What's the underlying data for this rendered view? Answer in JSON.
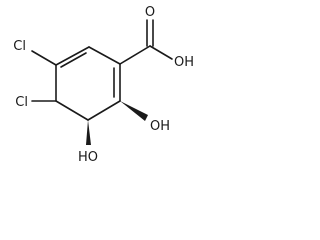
{
  "molecule": {
    "atoms": {
      "oxygen_carbonyl": "O",
      "hydroxyl_acid": "OH",
      "chlorine_top": "Cl",
      "chlorine_bottom": "Cl",
      "hydroxyl_ring_right": "OH",
      "hydroxyl_ring_left": "HO"
    },
    "colors": {
      "bond": "#1a1a1a",
      "background": "#ffffff"
    }
  }
}
